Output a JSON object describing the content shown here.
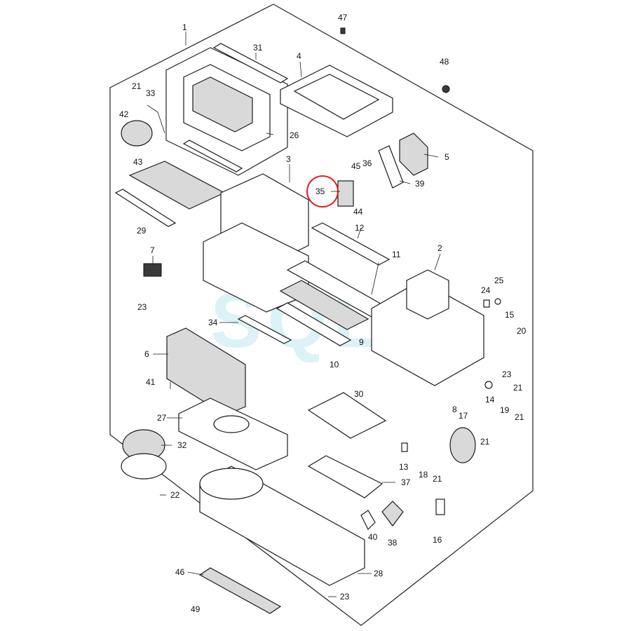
{
  "callouts": {
    "c1": "1",
    "c2": "2",
    "c3": "3",
    "c4": "4",
    "c5": "5",
    "c6": "6",
    "c7": "7",
    "c8": "8",
    "c9": "9",
    "c10": "10",
    "c11": "11",
    "c12": "12",
    "c13": "13",
    "c14": "14",
    "c15": "15",
    "c16": "16",
    "c17": "17",
    "c18": "18",
    "c19": "19",
    "c20": "20",
    "c21": "21",
    "c22": "22",
    "c23": "23",
    "c24": "24",
    "c25": "25",
    "c26": "26",
    "c27": "27",
    "c28": "28",
    "c29": "29",
    "c30": "30",
    "c31": "31",
    "c32": "32",
    "c33": "33",
    "c34": "34",
    "c35": "35",
    "c36": "36",
    "c37": "37",
    "c38": "38",
    "c39": "39",
    "c40": "40",
    "c41": "41",
    "c42": "42",
    "c43": "43",
    "c44": "44",
    "c45": "45",
    "c46": "46",
    "c47": "47",
    "c48": "48",
    "c49": "49"
  },
  "watermark_text": "SQL",
  "highlight_color": "#e02020",
  "highlighted_part": "35"
}
